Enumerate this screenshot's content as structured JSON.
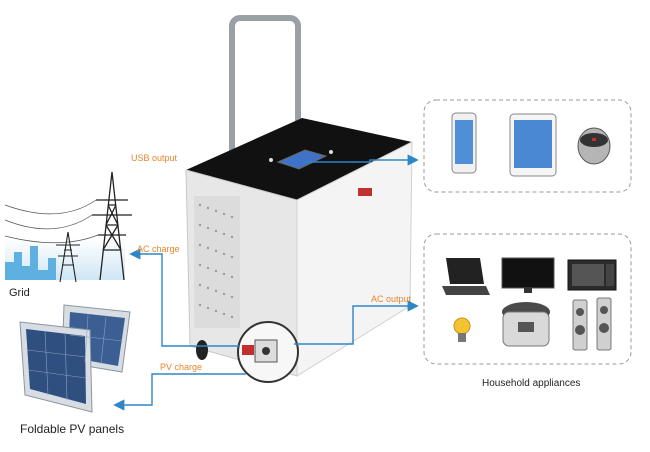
{
  "labels": {
    "usb_output": "USB output",
    "ac_charge": "AC charge",
    "ac_output": "AC output",
    "pv_charge": "PV charge",
    "grid": "Grid",
    "foldable_pv": "Foldable PV panels",
    "household": "Household appliances"
  },
  "colors": {
    "arrow": "#2f86c5",
    "label": "#e8862a",
    "unit_body": "#eeeeee",
    "unit_top": "#111111",
    "dash_box": "#9a9a9a"
  },
  "devices_usb": [
    "phone-icon",
    "tablet-icon",
    "speaker-icon"
  ],
  "devices_ac": [
    "laptop-icon",
    "tv-icon",
    "microwave-icon",
    "bulb-icon",
    "rice-cooker-icon",
    "tower-speakers-icon"
  ]
}
